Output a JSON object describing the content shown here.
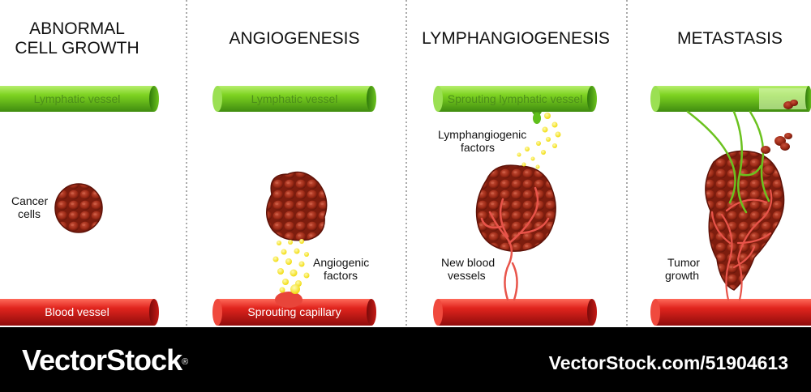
{
  "panels": [
    {
      "title_line1": "ABNORMAL",
      "title_line2": "CELL GROWTH",
      "lymphatic_label": "Lymphatic vessel",
      "blood_label": "Blood vessel",
      "annotation_line1": "Cancer",
      "annotation_line2": "cells"
    },
    {
      "title": "ANGIOGENESIS",
      "lymphatic_label": "Lymphatic vessel",
      "blood_label": "Sprouting capillary",
      "annotation_line1": "Angiogenic",
      "annotation_line2": "factors"
    },
    {
      "title": "LYMPHANGIOGENESIS",
      "lymphatic_label": "Sprouting lymphatic vessel",
      "annotation_top_line1": "Lymphangiogenic",
      "annotation_top_line2": "factors",
      "annotation_line1": "New blood",
      "annotation_line2": "vessels"
    },
    {
      "title": "METASTASIS",
      "annotation_line1": "Tumor",
      "annotation_line2": "growth"
    }
  ],
  "footer": {
    "brand": "VectorStock",
    "registered_mark": "®",
    "url": "VectorStock.com/51904613"
  },
  "colors": {
    "lymphatic_green": "#7ed321",
    "blood_red": "#d81e1e",
    "tumor_red": "#9c2a16",
    "factor_yellow": "#f5e60a"
  }
}
